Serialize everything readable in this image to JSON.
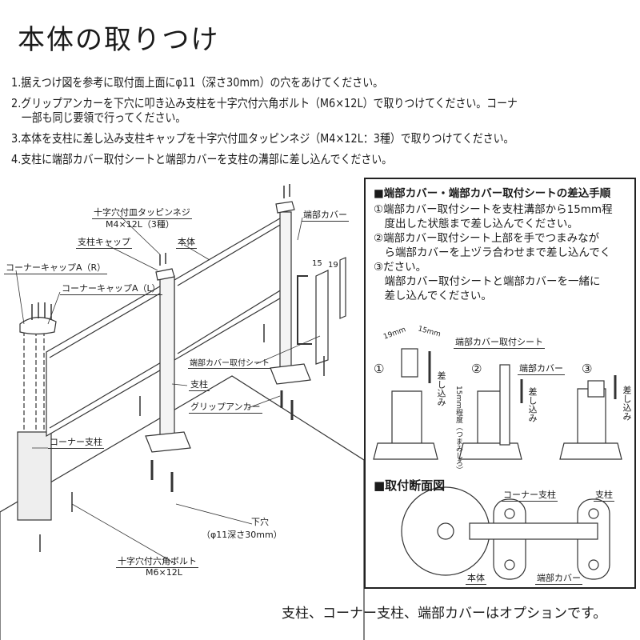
{
  "title": "本体の取りつけ",
  "steps": [
    "1.据えつけ図を参考に取付面上面にφ11（深さ30mm）の穴をあけてください。",
    "2.グリップアンカーを下穴に叩き込み支柱を十字穴付六角ボルト（M6×12L）で取りつけてください。コーナ",
    "　一部も同じ要領で行ってください。",
    "3.本体を支柱に差し込み支柱キャップを十字穴付皿タッピンネジ（M4×12L：3種）で取りつけてください。",
    "4.支柱に端部カバー取付シートと端部カバーを支柱の溝部に差し込んでください。"
  ],
  "diagram_labels": {
    "tapping_screw": "十字穴付皿タッピンネジ",
    "tapping_screw_spec": "M4×12L（3種）",
    "post_cap": "支柱キャップ",
    "body": "本体",
    "corner_cap_r": "コーナーキャップA（R）",
    "corner_cap_l": "コーナーキャップA（L）",
    "end_cover": "端部カバー",
    "dim_15": "15",
    "dim_19": "19",
    "end_cover_sheet": "端部カバー取付シート",
    "post": "支柱",
    "grip_anchor": "グリップアンカー",
    "corner_post": "コーナー支柱",
    "pilot_hole": "下穴",
    "pilot_hole_spec": "（φ11深さ30mm）",
    "hex_bolt": "十字穴付六角ボルト",
    "hex_bolt_spec": "M6×12L"
  },
  "procedure_box": {
    "heading": "■端部カバー・端部カバー取付シートの差込手順",
    "lines": [
      "①端部カバー取付シートを支柱溝部から15mm程",
      "　度出した状態まで差し込んでください。",
      "②端部カバー取付シート上部を手でつまみなが",
      "　ら端部カバーを上ヅラ合わせまで差し込んでく",
      "③ださい。",
      "　端部カバー取付シートと端部カバーを一緒に",
      "　差し込んでください。"
    ],
    "fig": {
      "dim_19": "19mm",
      "dim_15": "15mm",
      "sheet": "端部カバー取付シート",
      "cover": "端部カバー",
      "n1": "①",
      "n2": "②",
      "n3": "③",
      "insert": "差し込み",
      "protrude": "15mm程度（つまみしろ）"
    },
    "section_heading": "■取付断面図",
    "section": {
      "corner_post": "コーナー支柱",
      "post": "支柱",
      "body": "本体",
      "end_cover": "端部カバー"
    }
  },
  "footer": "支柱、コーナー支柱、端部カバーはオプションです。"
}
